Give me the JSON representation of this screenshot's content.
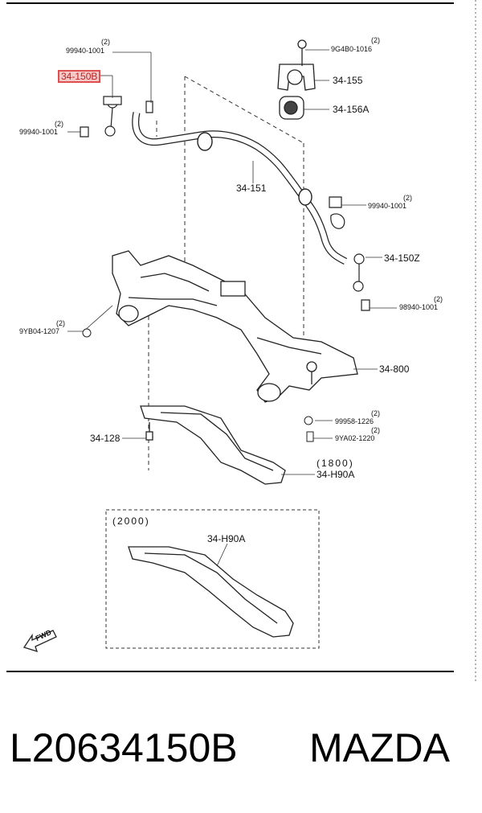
{
  "parts": {
    "p_99940_top": "99940-1001",
    "p_99940_top_qty": "(2)",
    "p_34_150B": "34-150B",
    "p_99940_left": "99940-1001",
    "p_99940_left_qty": "(2)",
    "p_9G4B0": "9G4B0-1016",
    "p_9G4B0_qty": "(2)",
    "p_34_155": "34-155",
    "p_34_156A": "34-156A",
    "p_34_151": "34-151",
    "p_99940_right": "99940-1001",
    "p_99940_right_qty": "(2)",
    "p_34_150Z": "34-150Z",
    "p_98940": "98940-1001",
    "p_98940_qty": "(2)",
    "p_9YB04": "9YB04-1207",
    "p_9YB04_qty": "(2)",
    "p_34_800": "34-800",
    "p_99958": "99958-1226",
    "p_99958_qty": "(2)",
    "p_9YA02": "9YA02-1220",
    "p_9YA02_qty": "(2)",
    "p_34_128": "34-128",
    "p_1800": "(1800)",
    "p_34_H90A": "34-H90A",
    "p_2000": "(2000)",
    "p_34_H90A_2": "34-H90A",
    "fwd": "FWD"
  },
  "caption": {
    "part_number": "L20634150B",
    "brand": "MAZDA"
  },
  "colors": {
    "highlight": "#e05050",
    "line": "#222222"
  }
}
